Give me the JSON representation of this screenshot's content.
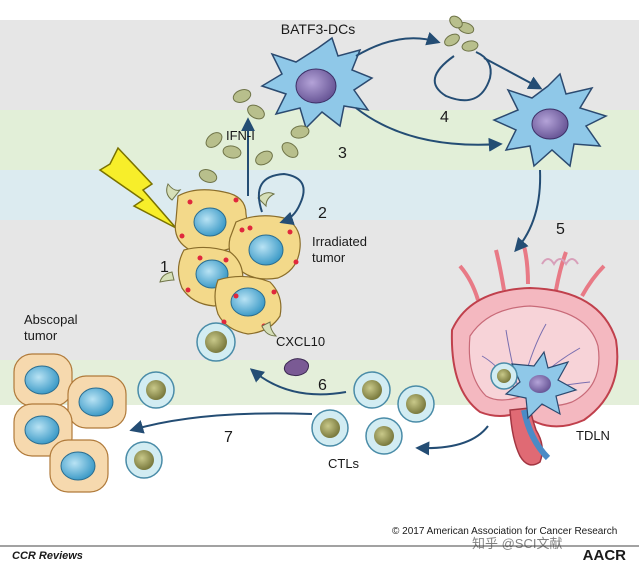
{
  "labels": {
    "batf3": "BATF3-DCs",
    "ifn": "IFN-I",
    "irradiated_line1": "Irradiated",
    "irradiated_line2": "tumor",
    "cxcl10": "CXCL10",
    "abscopal_line1": "Abscopal",
    "abscopal_line2": "tumor",
    "ctls": "CTLs",
    "tdln": "TDLN"
  },
  "steps": [
    "1",
    "2",
    "3",
    "4",
    "5",
    "6",
    "7"
  ],
  "footer": {
    "journal": "CCR Reviews",
    "copyright": "© 2017 American Association for Cancer Research",
    "logo": "AACR",
    "watermark": "知乎 @SCI文献"
  },
  "colors": {
    "band_gray": "#e6e6e6",
    "band_green": "#e2efd8",
    "band_blue": "#dcebf0",
    "dc_blue": "#8fc8e8",
    "dc_nucleus": "#8a74b8",
    "tumor_yellow": "#f3d98a",
    "tumor_nucleus": "#5bb4d8",
    "ctl_nucleus": "#9a9a5a",
    "abscopal_fill": "#f6d9ae",
    "node_red": "#e87a86",
    "arrow": "#244d74"
  }
}
